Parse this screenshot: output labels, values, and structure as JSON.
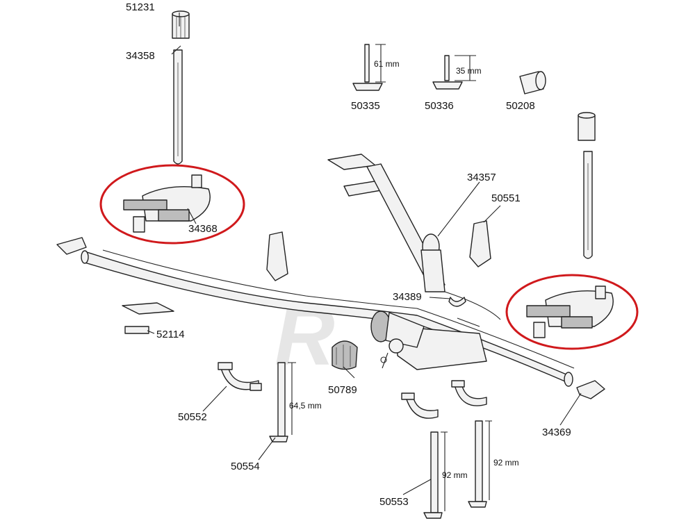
{
  "parts": [
    {
      "id": "p51231",
      "number": "51231"
    },
    {
      "id": "p34358",
      "number": "34358"
    },
    {
      "id": "p50335",
      "number": "50335"
    },
    {
      "id": "p50336",
      "number": "50336"
    },
    {
      "id": "p50208",
      "number": "50208"
    },
    {
      "id": "p34357",
      "number": "34357"
    },
    {
      "id": "p50551",
      "number": "50551"
    },
    {
      "id": "p34368",
      "number": "34368"
    },
    {
      "id": "p34389",
      "number": "34389"
    },
    {
      "id": "p52114",
      "number": "52114"
    },
    {
      "id": "p50789",
      "number": "50789"
    },
    {
      "id": "p50552",
      "number": "50552"
    },
    {
      "id": "p50554",
      "number": "50554"
    },
    {
      "id": "p34369",
      "number": "34369"
    },
    {
      "id": "p50553",
      "number": "50553"
    }
  ],
  "dimensions": {
    "d61": "61 mm",
    "d35": "35 mm",
    "d645": "64,5 mm",
    "d92a": "92 mm",
    "d92b": "92 mm"
  },
  "highlight_color": "#d0191c"
}
